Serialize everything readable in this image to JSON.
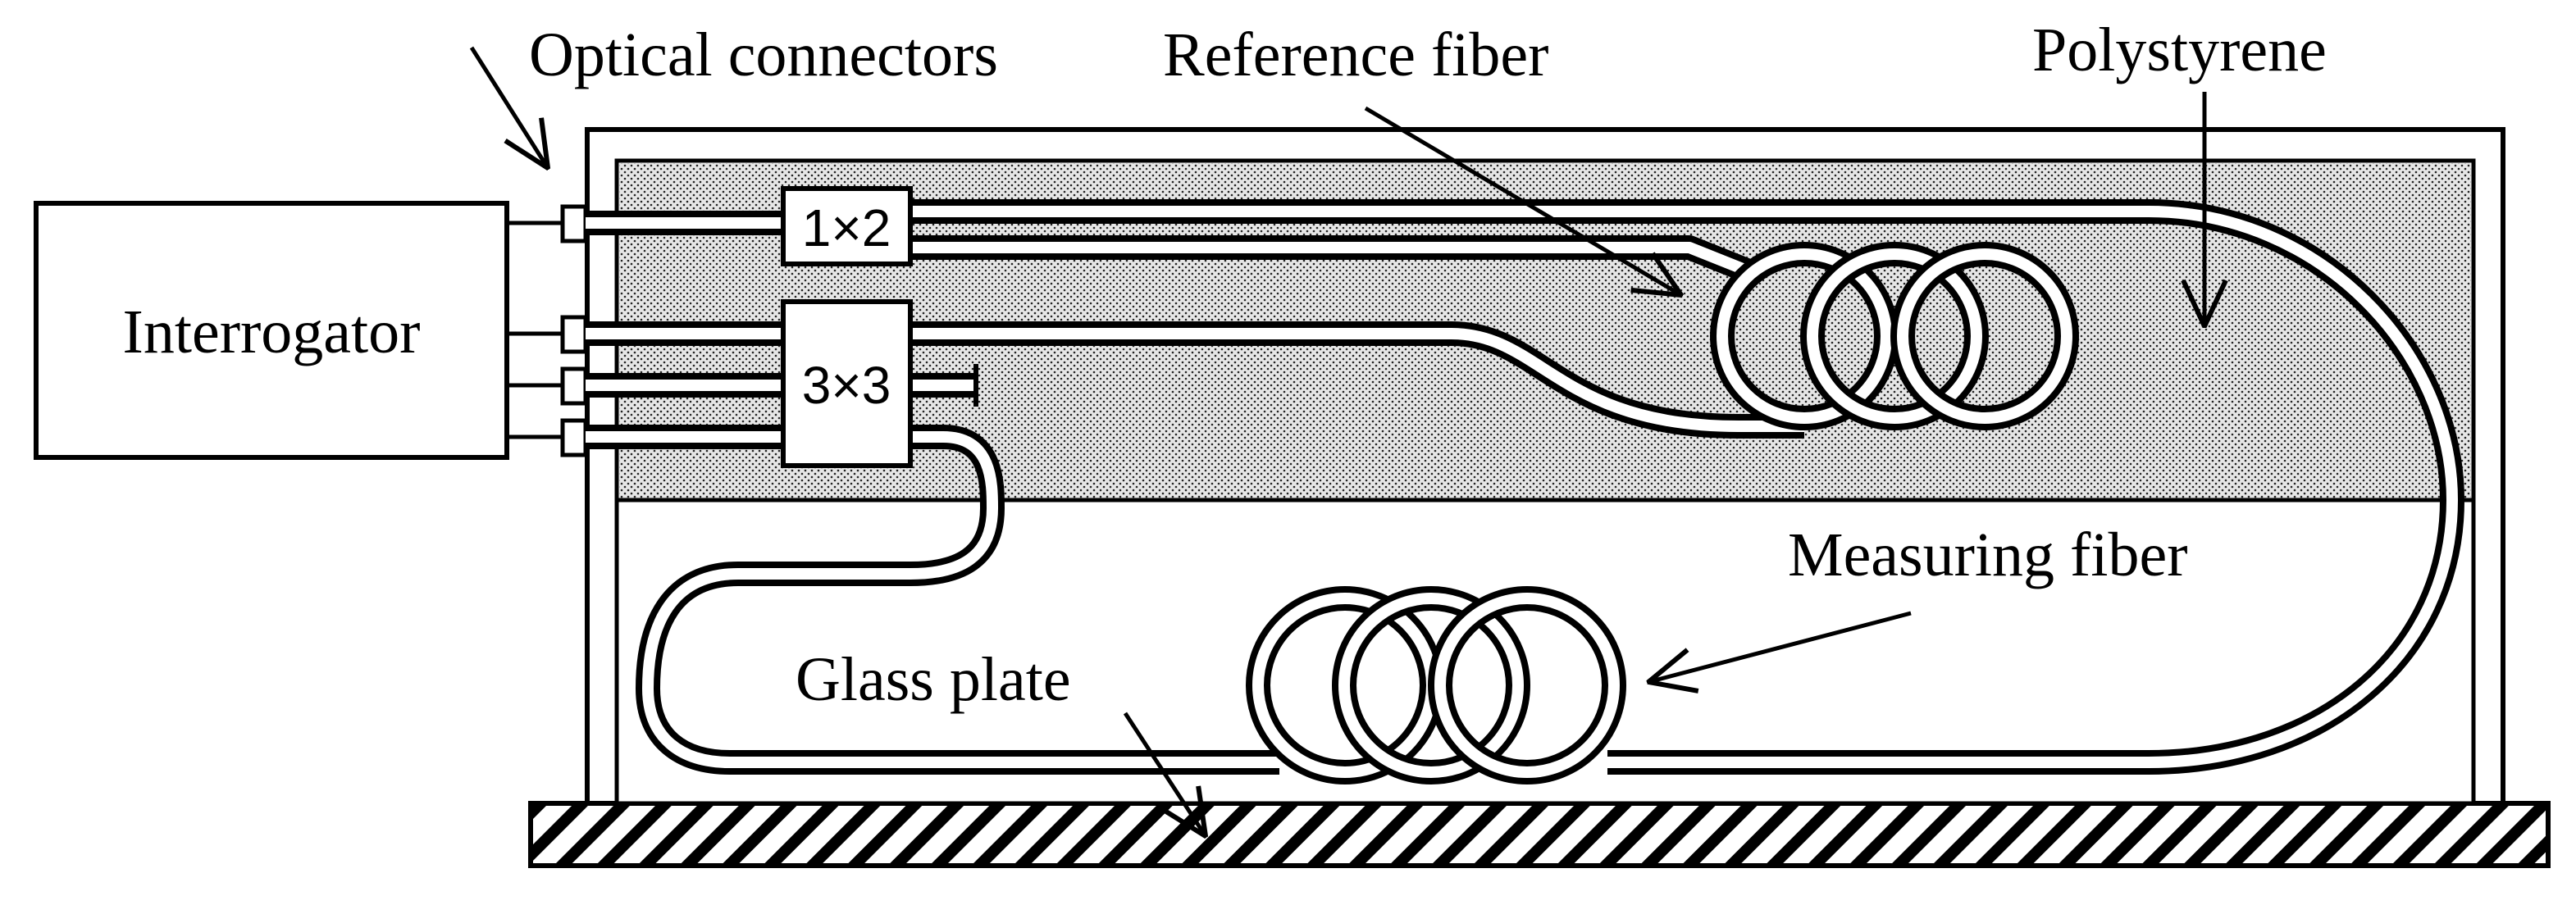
{
  "labels": {
    "optical_connectors": "Optical connectors",
    "reference_fiber": "Reference fiber",
    "polystyrene": "Polystyrene",
    "interrogator": "Interrogator",
    "coupler_1x2": "1×2",
    "coupler_3x3": "3×3",
    "measuring_fiber": "Measuring fiber",
    "glass_plate": "Glass plate"
  },
  "colors": {
    "line": "#000000",
    "background": "#ffffff",
    "polystyrene_fill": "#dcdcdc"
  }
}
